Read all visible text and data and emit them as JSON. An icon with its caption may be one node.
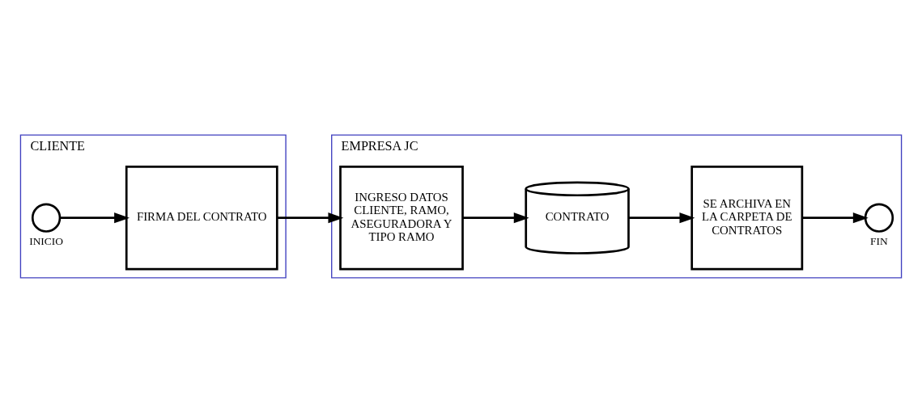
{
  "diagram": {
    "nodes": [
      {
        "text": [
          "CLIENTE"
        ]
      },
      {
        "text": [],
        "shape": "circle",
        "in": 0,
        "beside": [
          "INICIO"
        ]
      },
      {
        "text": [
          "FIRMA DEL CONTRATO"
        ],
        "in": 0
      },
      {
        "text": [
          "EMPRESA JC"
        ]
      },
      {
        "text": [
          "INGRESO DATOS CLIENTE, RAMO, ASEGURADORA Y TIPO RAMO"
        ],
        "in": 3
      },
      {
        "text": [
          "CONTRATO"
        ],
        "in": 3
      },
      {
        "text": [
          "SE ARCHIVA EN LA CARPETA DE CONTRATOS"
        ],
        "in": 3
      },
      {
        "text": [],
        "shape": "circle",
        "in": 3,
        "beside": [
          "FIN"
        ]
      }
    ],
    "edges": [
      {
        "from": 1,
        "to": 2,
        "arrow": "to"
      },
      {
        "from": 2,
        "to": 4,
        "arrow": "to"
      },
      {
        "from": 4,
        "to": 5,
        "arrow": "to"
      },
      {
        "from": 5,
        "to": 6,
        "arrow": "to"
      },
      {
        "from": 6,
        "to": 7,
        "arrow": "to"
      }
    ]
  }
}
